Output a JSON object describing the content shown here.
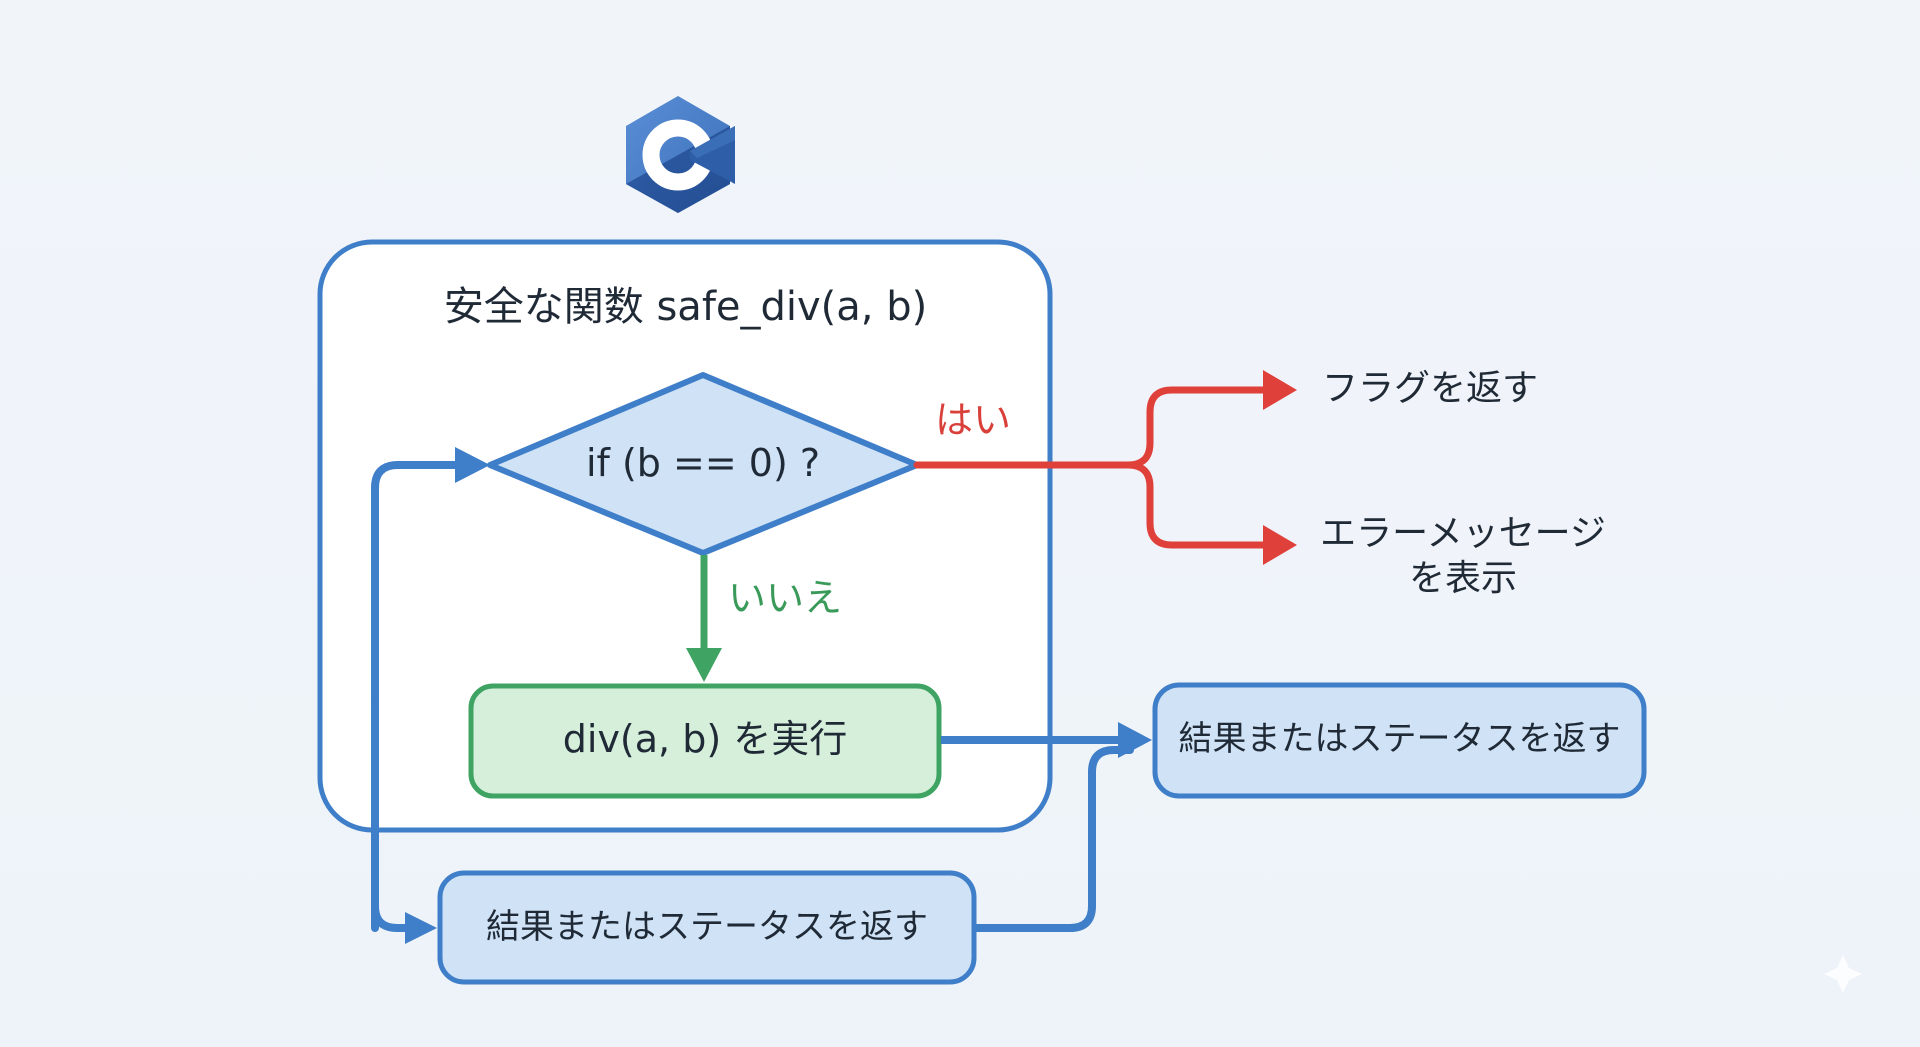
{
  "logo": {
    "name": "c-language-logo",
    "letter": "C"
  },
  "function_box": {
    "title": "安全な関数 safe_div(a, b)"
  },
  "decision": {
    "condition": "if (b == 0) ?"
  },
  "branches": {
    "yes_label": "はい",
    "no_label": "いいえ"
  },
  "yes_outcomes": [
    {
      "text": "フラグを返す"
    },
    {
      "text": "エラーメッセージ を表示"
    }
  ],
  "action": {
    "text": "div(a, b) を実行"
  },
  "return_right": {
    "text": "結果またはステータスを返す"
  },
  "return_bottom": {
    "text": "結果またはステータスを返す"
  },
  "colors": {
    "blue": "#3f7ec8",
    "blue_fill": "#cfe2f6",
    "green": "#3fa463",
    "green_fill": "#d5efda",
    "red": "#e0403a",
    "text": "#1f2a36"
  }
}
